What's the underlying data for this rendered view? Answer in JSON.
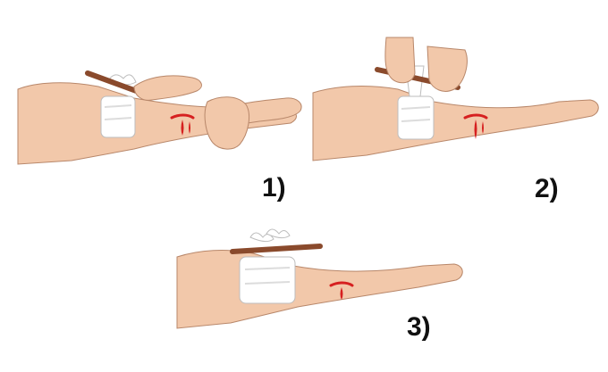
{
  "steps": [
    {
      "label": "1)"
    },
    {
      "label": "2)"
    },
    {
      "label": "3)"
    }
  ],
  "colors": {
    "background": "#ffffff",
    "skin": "#f2c8aa",
    "skin_shadow": "#e3ad8c",
    "outline": "#b8876a",
    "bandage": "#ffffff",
    "bandage_shade": "#dcdcdc",
    "stick": "#8a4a2c",
    "blood": "#d62020",
    "label": "#111111"
  },
  "icons": {
    "arm": "arm-illustration",
    "tourniquet": "tourniquet-bandage",
    "windlass": "windlass-stick",
    "wound": "bleeding-wound",
    "hand": "helper-hand"
  }
}
